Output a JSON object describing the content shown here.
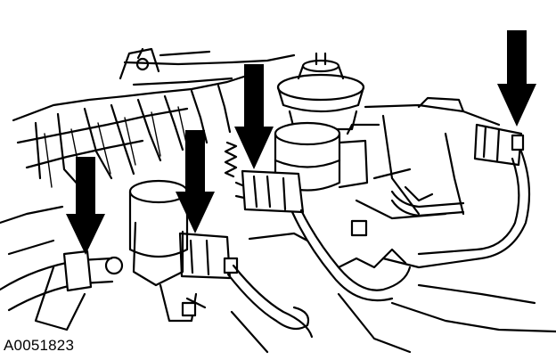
{
  "figure": {
    "id_label": "A0051823"
  },
  "callouts": [
    {
      "name": "arrow-left-hose-connection"
    },
    {
      "name": "arrow-center-left-connector"
    },
    {
      "name": "arrow-center-regulator-connector"
    },
    {
      "name": "arrow-right-sensor-connector"
    }
  ],
  "colors": {
    "line": "#000000",
    "background": "#ffffff"
  }
}
